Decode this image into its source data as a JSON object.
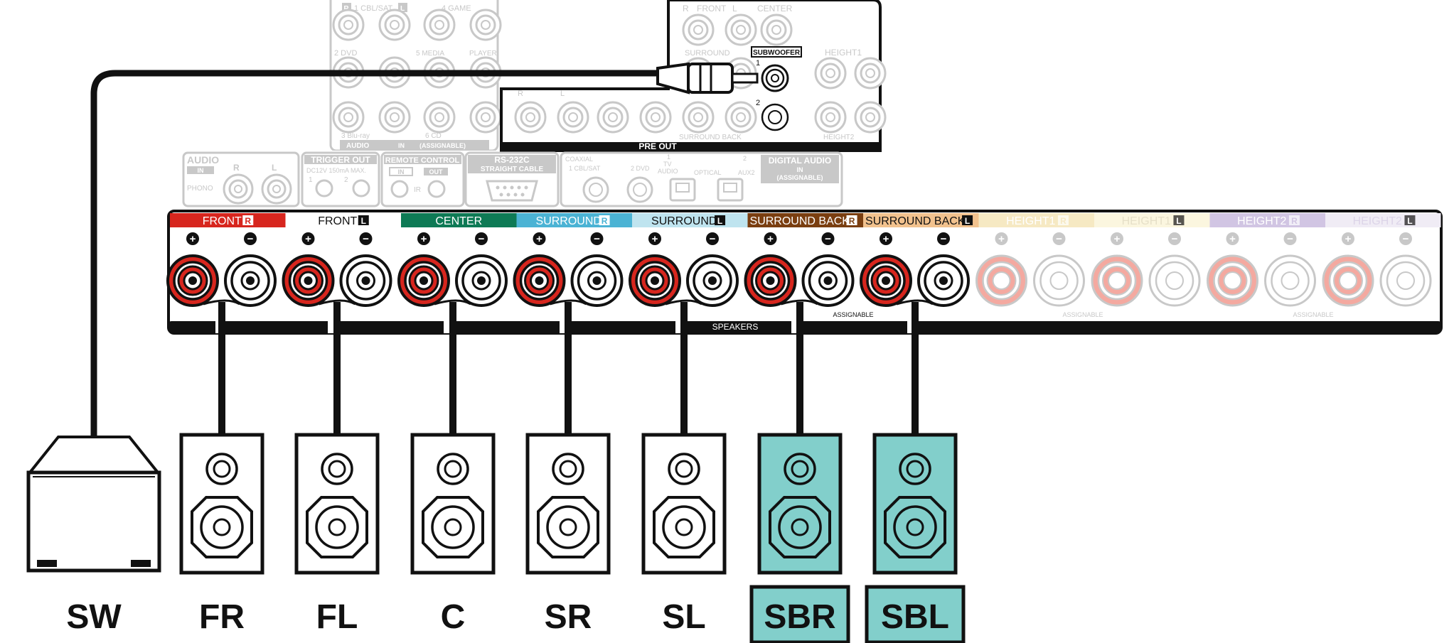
{
  "colors": {
    "line": "#111111",
    "faded": "#c8c8c8",
    "speakerHighlight": "#82cfcb",
    "terminalRed": "#d7261e",
    "terminalFadedRed": "#f4a9a0"
  },
  "top_panel": {
    "cbl_sat": "1 CBL/SAT",
    "game": "4 GAME",
    "dvd": "2 DVD",
    "media": "5 MEDIA",
    "player": "PLAYER",
    "bluray": "3 Blu-ray",
    "cd": "6 CD",
    "audio": "AUDIO",
    "in": "IN",
    "assignable": "(ASSIGNABLE)",
    "r": "R",
    "l": "L"
  },
  "preout": {
    "front": "FRONT",
    "center": "CENTER",
    "surround": "SURROUND",
    "subwoofer": "SUBWOOFER",
    "sub_num1": "1",
    "sub_num2": "2",
    "height1": "HEIGHT1",
    "surround_back": "SURROUND BACK",
    "height2": "HEIGHT2",
    "label": "PRE OUT",
    "r": "R",
    "l": "L"
  },
  "mid_row": {
    "audio": "AUDIO",
    "in": "IN",
    "phono": "PHONO",
    "r": "R",
    "l": "L",
    "trigger_out": "TRIGGER OUT",
    "trigger_spec": "DC12V 150mA MAX.",
    "trig1": "1",
    "trig2": "2",
    "remote_control": "REMOTE CONTROL",
    "rc_in": "IN",
    "rc_out": "OUT",
    "ir": "IR",
    "rs232c": "RS-232C",
    "straight_cable": "STRAIGHT CABLE",
    "coaxial": "COAXIAL",
    "coax_cbl": "1 CBL/SAT",
    "coax_dvd": "2 DVD",
    "tv_num": "1",
    "tv": "TV",
    "tv_audio": "AUDIO",
    "optical": "OPTICAL",
    "aux_num": "2",
    "aux2": "AUX2",
    "digital_audio": "DIGITAL AUDIO",
    "dig_in": "IN",
    "dig_assignable": "(ASSIGNABLE)"
  },
  "speakers_panel": {
    "label": "SPEAKERS",
    "assignable": "ASSIGNABLE",
    "channels": [
      {
        "name": "FRONT",
        "side": "R",
        "color": "#d7261e",
        "text": "#ffffff",
        "active": true
      },
      {
        "name": "FRONT",
        "side": "L",
        "color": "#ffffff",
        "text": "#111111",
        "active": true
      },
      {
        "name": "CENTER",
        "side": "",
        "color": "#0e7a55",
        "text": "#ffffff",
        "active": true
      },
      {
        "name": "SURROUND",
        "side": "R",
        "color": "#4bb3d4",
        "text": "#ffffff",
        "active": true
      },
      {
        "name": "SURROUND",
        "side": "L",
        "color": "#bfe4ef",
        "text": "#111111",
        "active": true
      },
      {
        "name": "SURROUND BACK",
        "side": "R",
        "color": "#7a3e10",
        "text": "#ffffff",
        "active": true
      },
      {
        "name": "SURROUND BACK",
        "side": "L",
        "color": "#f2c28e",
        "text": "#111111",
        "active": true
      },
      {
        "name": "HEIGHT1",
        "side": "R",
        "color": "#f6e9c3",
        "text": "#ffffff",
        "active": false
      },
      {
        "name": "HEIGHT1",
        "side": "L",
        "color": "#fbf6df",
        "text": "#e6e0c8",
        "active": false
      },
      {
        "name": "HEIGHT2",
        "side": "R",
        "color": "#d1c5e3",
        "text": "#ffffff",
        "active": false
      },
      {
        "name": "HEIGHT2",
        "side": "L",
        "color": "#f0ecf5",
        "text": "#dcd4e8",
        "active": false
      }
    ]
  },
  "speakers": [
    {
      "label": "SW",
      "highlight": false
    },
    {
      "label": "FR",
      "highlight": false
    },
    {
      "label": "FL",
      "highlight": false
    },
    {
      "label": "C",
      "highlight": false
    },
    {
      "label": "SR",
      "highlight": false
    },
    {
      "label": "SL",
      "highlight": false
    },
    {
      "label": "SBR",
      "highlight": true
    },
    {
      "label": "SBL",
      "highlight": true
    }
  ]
}
